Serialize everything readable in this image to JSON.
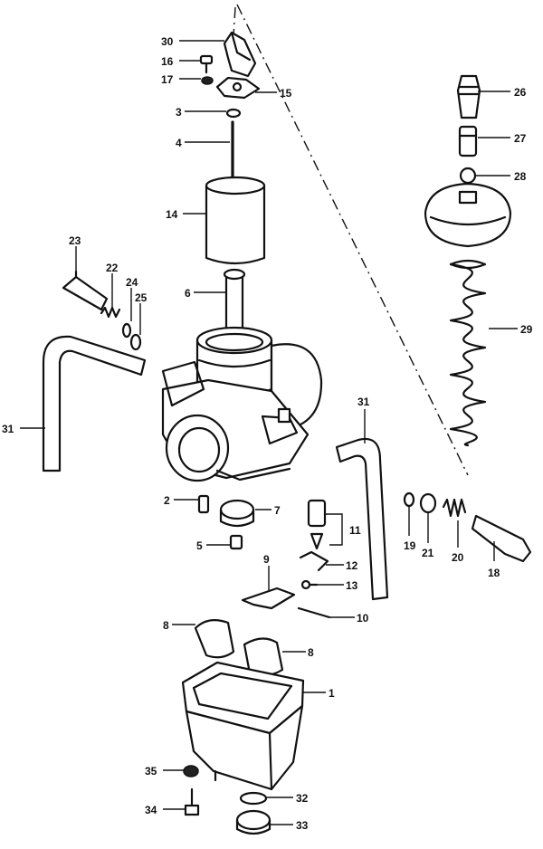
{
  "callouts": [
    {
      "num": "30"
    },
    {
      "num": "16"
    },
    {
      "num": "17"
    },
    {
      "num": "15"
    },
    {
      "num": "3"
    },
    {
      "num": "4"
    },
    {
      "num": "14"
    },
    {
      "num": "23"
    },
    {
      "num": "22"
    },
    {
      "num": "24"
    },
    {
      "num": "25"
    },
    {
      "num": "6"
    },
    {
      "num": "31"
    },
    {
      "num": "31"
    },
    {
      "num": "26"
    },
    {
      "num": "27"
    },
    {
      "num": "28"
    },
    {
      "num": "29"
    },
    {
      "num": "2"
    },
    {
      "num": "7"
    },
    {
      "num": "5"
    },
    {
      "num": "11"
    },
    {
      "num": "12"
    },
    {
      "num": "13"
    },
    {
      "num": "9"
    },
    {
      "num": "10"
    },
    {
      "num": "19"
    },
    {
      "num": "21"
    },
    {
      "num": "20"
    },
    {
      "num": "18"
    },
    {
      "num": "8"
    },
    {
      "num": "8"
    },
    {
      "num": "1"
    },
    {
      "num": "35"
    },
    {
      "num": "34"
    },
    {
      "num": "32"
    },
    {
      "num": "33"
    }
  ]
}
